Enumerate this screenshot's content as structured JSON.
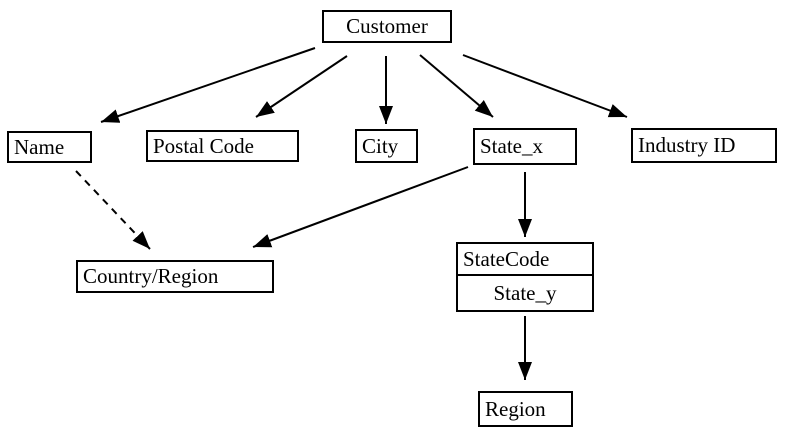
{
  "diagram": {
    "background_color": "#ffffff",
    "line_color": "#000000",
    "text_color": "#000000",
    "nodes": {
      "customer": {
        "label": "Customer"
      },
      "name": {
        "label": "Name"
      },
      "postal_code": {
        "label": "Postal Code"
      },
      "city": {
        "label": "City"
      },
      "state_x": {
        "label": "State_x"
      },
      "industry_id": {
        "label": "Industry ID"
      },
      "country_region": {
        "label": "Country/Region"
      },
      "state_code": {
        "label": "StateCode"
      },
      "state_y": {
        "label": "State_y"
      },
      "region": {
        "label": "Region"
      }
    },
    "edges": [
      {
        "from": "Customer",
        "to": "Name",
        "style": "solid"
      },
      {
        "from": "Customer",
        "to": "Postal Code",
        "style": "solid"
      },
      {
        "from": "Customer",
        "to": "City",
        "style": "solid"
      },
      {
        "from": "Customer",
        "to": "State_x",
        "style": "solid"
      },
      {
        "from": "Customer",
        "to": "Industry ID",
        "style": "solid"
      },
      {
        "from": "Name",
        "to": "Country/Region",
        "style": "dashed"
      },
      {
        "from": "State_x",
        "to": "Country/Region",
        "style": "solid"
      },
      {
        "from": "State_x",
        "to": "StateCode",
        "style": "solid"
      },
      {
        "from": "State_y",
        "to": "Region",
        "style": "solid"
      }
    ]
  }
}
